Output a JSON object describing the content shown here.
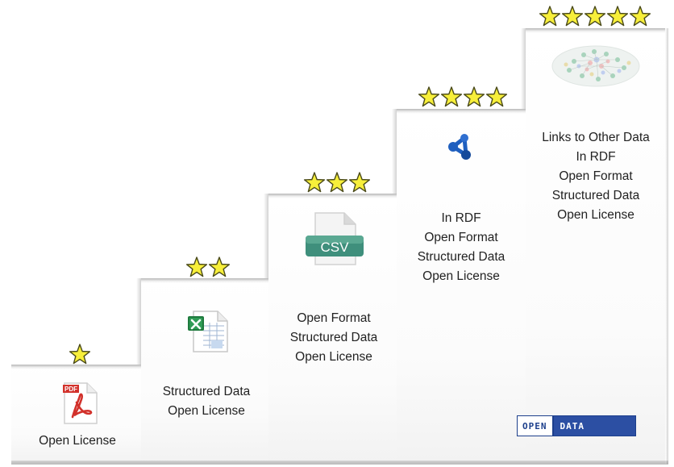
{
  "steps": [
    {
      "stars": 1,
      "icon": "pdf-icon",
      "lines": [
        "Open License"
      ]
    },
    {
      "stars": 2,
      "icon": "excel-icon",
      "lines": [
        "Structured Data",
        "Open License"
      ]
    },
    {
      "stars": 3,
      "icon": "csv-icon",
      "icon_text": "CSV",
      "lines": [
        "Open Format",
        "Structured Data",
        "Open License"
      ]
    },
    {
      "stars": 4,
      "icon": "rdf-icon",
      "lines": [
        "In RDF",
        "Open Format",
        "Structured Data",
        "Open License"
      ]
    },
    {
      "stars": 5,
      "icon": "linked-data-cloud-icon",
      "lines": [
        "Links to Other Data",
        "In RDF",
        "Open Format",
        "Structured Data",
        "Open License"
      ]
    }
  ],
  "pdf_badge": "PDF",
  "badge": {
    "left": "OPEN",
    "right": "DATA"
  },
  "colors": {
    "star_fill": "#f7ef3a",
    "star_stroke": "#4a4a1a",
    "badge_blue": "#2c4fa3",
    "rdf_blue": "#1f5fbf",
    "csv_green": "#3f8f7c",
    "pdf_red": "#d2312b"
  }
}
